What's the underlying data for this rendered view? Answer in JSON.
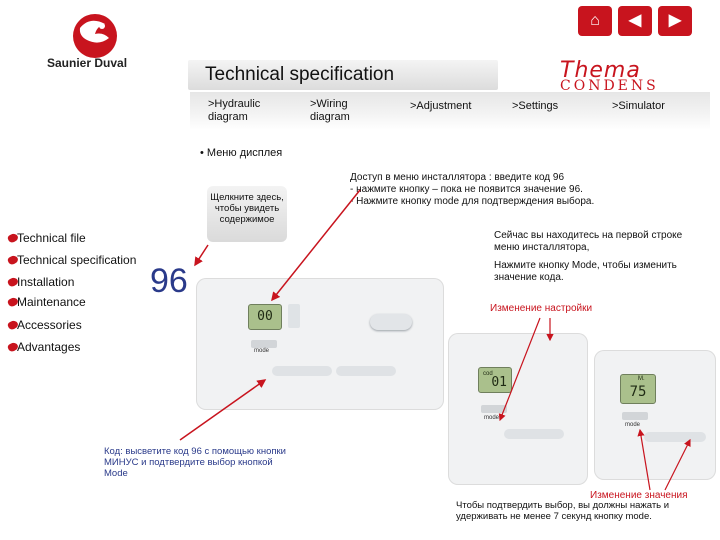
{
  "brand": {
    "name": "Saunier Duval"
  },
  "product": {
    "line1": "Thema",
    "line2": "CONDENS"
  },
  "header": {
    "title": "Technical specification"
  },
  "top_nav": [
    {
      "label": ">Hydraulic diagram"
    },
    {
      "label": ">Wiring diagram"
    },
    {
      "label": ">Adjustment"
    },
    {
      "label": ">Settings"
    },
    {
      "label": ">Simulator"
    }
  ],
  "section": {
    "label": "• Меню дисплея"
  },
  "side_menu": [
    {
      "label": "Technical file"
    },
    {
      "label": "Technical specification"
    },
    {
      "label": "Installation"
    },
    {
      "label": "Maintenance"
    },
    {
      "label": "Accessories"
    },
    {
      "label": "Advantages"
    }
  ],
  "callout": {
    "text": "Щелкните здесь, чтобы увидеть содержимое"
  },
  "display_value": "96",
  "instructions": {
    "top": "Доступ в меню инсталлятора : введите код 96\n- нажмите кнопку – пока не появится значение 96.\n- Нажмите кнопку mode для подтверждения выбора.",
    "first_line": "Сейчас вы находитесь на первой строке меню инсталлятора,",
    "press_mode": "Нажмите кнопку Mode, чтобы изменить значение кода.",
    "change_setting": "Изменение настройки",
    "code_note": "Код: высветите код 96 с помощью кнопки МИНУС и подтвердите выбор кнопкой Mode",
    "change_value": "Изменение значения",
    "confirm": "Чтобы подтвердить выбор, вы должны нажать и удерживать не менее 7 секунд кнопку mode."
  },
  "panels": {
    "main": {
      "lcd": "00",
      "button": "mode"
    },
    "second": {
      "lcd_small": "cod",
      "lcd": "01",
      "button": "mode"
    },
    "third": {
      "lcd_small": "M.",
      "lcd": "75",
      "button": "mode"
    }
  },
  "nav_icons": [
    "home-icon",
    "back-icon",
    "forward-icon"
  ],
  "colors": {
    "accent": "#c8141e",
    "blue": "#2a3a8a",
    "lcd": "#aac08c"
  }
}
